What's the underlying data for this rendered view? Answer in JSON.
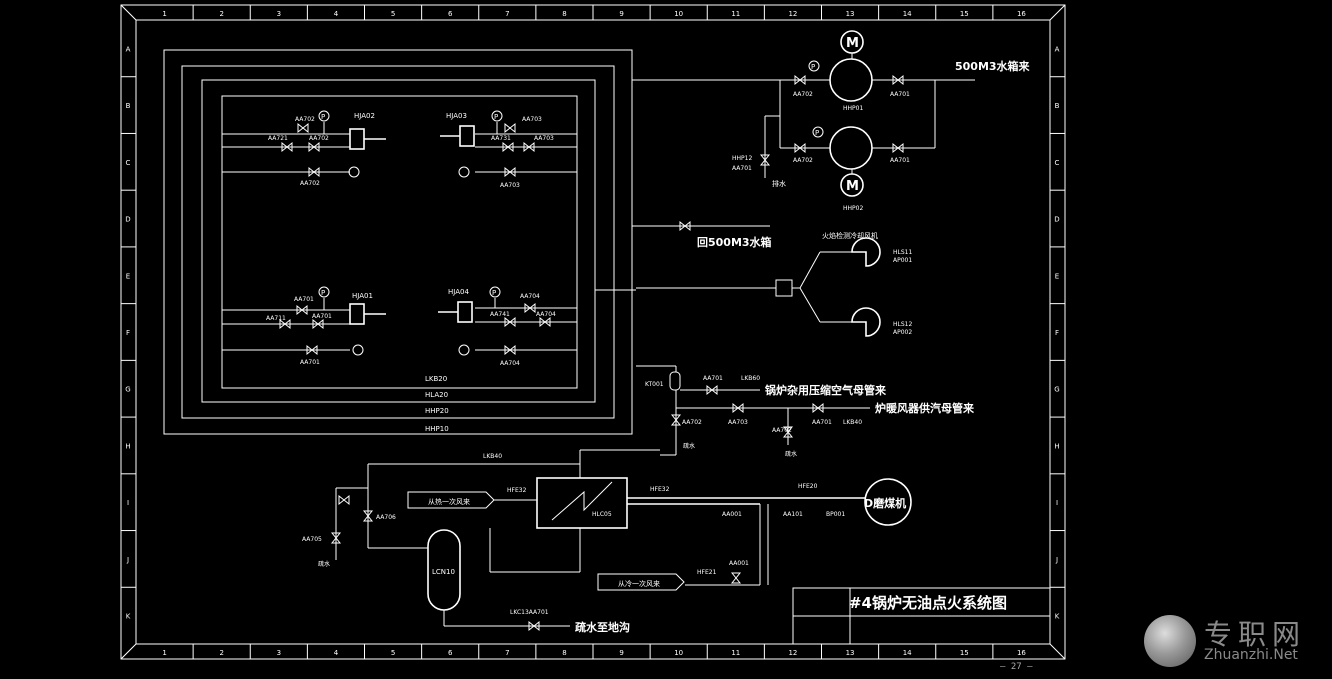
{
  "title": "#4锅炉无油点火系统图",
  "page_number": "— 27 —",
  "columns": [
    "1",
    "2",
    "3",
    "4",
    "5",
    "6",
    "7",
    "8",
    "9",
    "10",
    "11",
    "12",
    "13",
    "14",
    "15",
    "16"
  ],
  "rows": [
    "A",
    "B",
    "C",
    "D",
    "E",
    "F",
    "G",
    "H",
    "I",
    "J",
    "K"
  ],
  "labels": {
    "water_in": "500M3水箱来",
    "water_back": "回500M3水箱",
    "fan_group": "火焰检测冷却风机",
    "air_header": "锅炉杂用压缩空气母管来",
    "steam_header": "炉暖风器供汽母管来",
    "drain_to_trench": "疏水至地沟",
    "pulverizer": "D磨煤机",
    "primary_air_1": "从热一次风来",
    "primary_air_2": "从冷一次风来",
    "drain": "疏水",
    "tags": {
      "hhp01": "HHP01",
      "hhp02": "HHP02",
      "aa702a": "AA702",
      "aa701a": "AA701",
      "aa702b": "AA702",
      "aa701b": "AA701",
      "hhp12": "HHP12",
      "aa701c": "AA701",
      "drain_top": "排水",
      "hja02": "HJA02",
      "aa702_1": "AA702",
      "aa721_1": "AA721",
      "aa702_2": "AA702",
      "aa702_3": "AA702",
      "hja03": "HJA03",
      "aa703_1": "AA703",
      "aa731_1": "AA731",
      "aa703_2": "AA703",
      "aa703_3": "AA703",
      "hja01": "HJA01",
      "aa701_1": "AA701",
      "aa711_1": "AA711",
      "aa701_2": "AA701",
      "aa701_3": "AA701",
      "hja04": "HJA04",
      "aa704_1": "AA704",
      "aa741_1": "AA741",
      "aa704_2": "AA704",
      "aa704_3": "AA704",
      "lkb20": "LKB20",
      "hla20": "HLA20",
      "hhp20": "HHP20",
      "hhp10": "HHP10",
      "hls11": "HLS11",
      "ap001": "AP001",
      "hls12": "HLS12",
      "ap002": "AP002",
      "kt001": "KT001",
      "aa701_g": "AA701",
      "lkb60": "LKB60",
      "aa702_g": "AA702",
      "aa703_g": "AA703",
      "aa701_h": "AA701",
      "aa702_h": "AA702",
      "lkb40": "LKB40",
      "lkb40b": "LKB40",
      "hfe32": "HFE32",
      "hfe20": "HFE20",
      "aa001": "AA001",
      "aa101": "AA101",
      "bp001": "BP001",
      "hlc05": "HLC05",
      "aa705": "AA705",
      "aa706": "AA706",
      "lcn10": "LCN10",
      "hfe21": "HFE21",
      "aa001b": "AA001",
      "lkc13": "LKC13AA701"
    }
  },
  "watermark": {
    "cn": "专职网",
    "en": "Zhuanzhi.Net"
  }
}
